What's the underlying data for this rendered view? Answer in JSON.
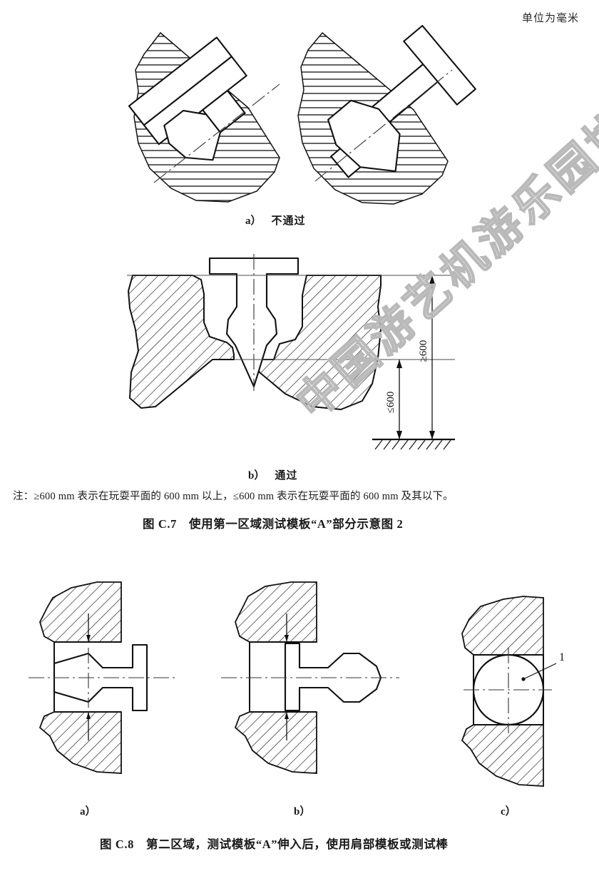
{
  "page": {
    "unit_note": "单位为毫米",
    "watermark_text": "中国游艺机游乐园协会 专用",
    "watermark_color": "#b9b9b9"
  },
  "figure_c7": {
    "sub_a": {
      "tag": "a）",
      "text": "不通过"
    },
    "sub_b": {
      "tag": "b）",
      "text": "通过"
    },
    "note": "注：≥600 mm 表示在玩耍平面的 600 mm 以上，≤600 mm 表示在玩耍平面的 600 mm 及其以下。",
    "caption": "图 C.7　使用第一区域测试模板“A”部分示意图 2",
    "dimensions": {
      "upper": "≥600",
      "lower": "≤600"
    }
  },
  "figure_c8": {
    "sub_a": "a）",
    "sub_b": "b）",
    "sub_c": "c）",
    "part_number": "1",
    "caption": "图 C.8　第二区域，测试模板“A”伸入后，使用肩部模板或测试棒"
  }
}
